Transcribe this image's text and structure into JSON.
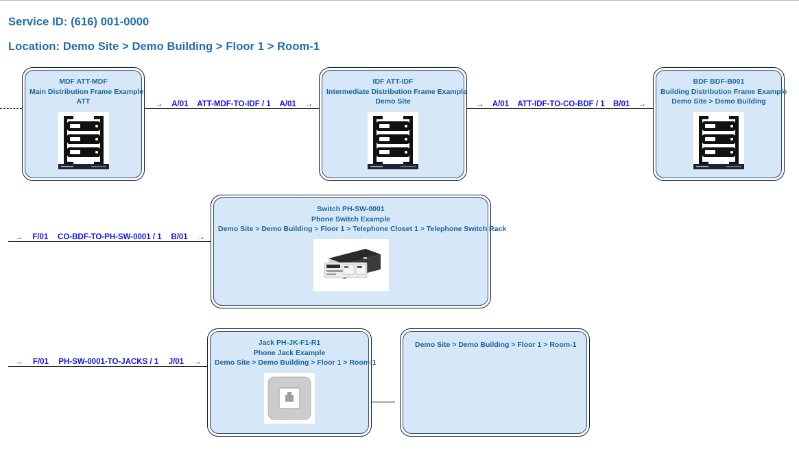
{
  "header": {
    "service_id": "Service ID: (616) 001-0000",
    "location": "Location: Demo Site > Demo Building > Floor 1 > Room-1"
  },
  "colors": {
    "heading": "#1f6cb0",
    "node_title": "#17659c",
    "node_fill": "#d6e7f8",
    "node_border": "#1a1a2e",
    "link_label": "#1111ee",
    "link_line": "#000000"
  },
  "nodes": [
    {
      "id": "mdf",
      "icon": "server-rack-icon",
      "lines": [
        "MDF ATT-MDF",
        "Main Distribution Frame Example",
        "ATT"
      ]
    },
    {
      "id": "idf",
      "icon": "server-rack-icon",
      "lines": [
        "IDF ATT-IDF",
        "Intermediate Distribution Frame Example",
        "Demo Site"
      ]
    },
    {
      "id": "bdf",
      "icon": "server-rack-icon",
      "lines": [
        "BDF BDF-B001",
        "Building Distribution Frame Example",
        "Demo Site > Demo Building"
      ]
    },
    {
      "id": "switch",
      "icon": "network-switch-icon",
      "lines": [
        "Switch PH-SW-0001",
        "Phone Switch Example",
        "Demo Site > Demo Building > Floor 1 > Telephone Closet 1 > Telephone Switch Rack"
      ]
    },
    {
      "id": "jack",
      "icon": "phone-jack-icon",
      "lines": [
        "Jack PH-JK-F1-R1",
        "Phone Jack Example",
        "Demo Site > Demo Building > Floor 1 > Room-1"
      ]
    },
    {
      "id": "room",
      "icon": "none",
      "lines": [
        "Demo Site > Demo Building > Floor 1 > Room-1"
      ]
    }
  ],
  "links": [
    {
      "id": "att-mdf-to-idf",
      "in_arrow": "→",
      "in_port": "A/01",
      "name": "ATT-MDF-TO-IDF / 1",
      "out_port": "A/01",
      "out_arrow": "→"
    },
    {
      "id": "att-idf-to-co-bdf",
      "in_arrow": "→",
      "in_port": "A/01",
      "name": "ATT-IDF-TO-CO-BDF / 1",
      "out_port": "B/01",
      "out_arrow": "→"
    },
    {
      "id": "co-bdf-to-ph-sw-0001",
      "in_arrow": "→",
      "in_port": "F/01",
      "name": "CO-BDF-TO-PH-SW-0001 / 1",
      "out_port": "B/01",
      "out_arrow": "→"
    },
    {
      "id": "ph-sw-0001-to-jacks",
      "in_arrow": "→",
      "in_port": "F/01",
      "name": "PH-SW-0001-TO-JACKS / 1",
      "out_port": "J/01",
      "out_arrow": "→"
    }
  ]
}
